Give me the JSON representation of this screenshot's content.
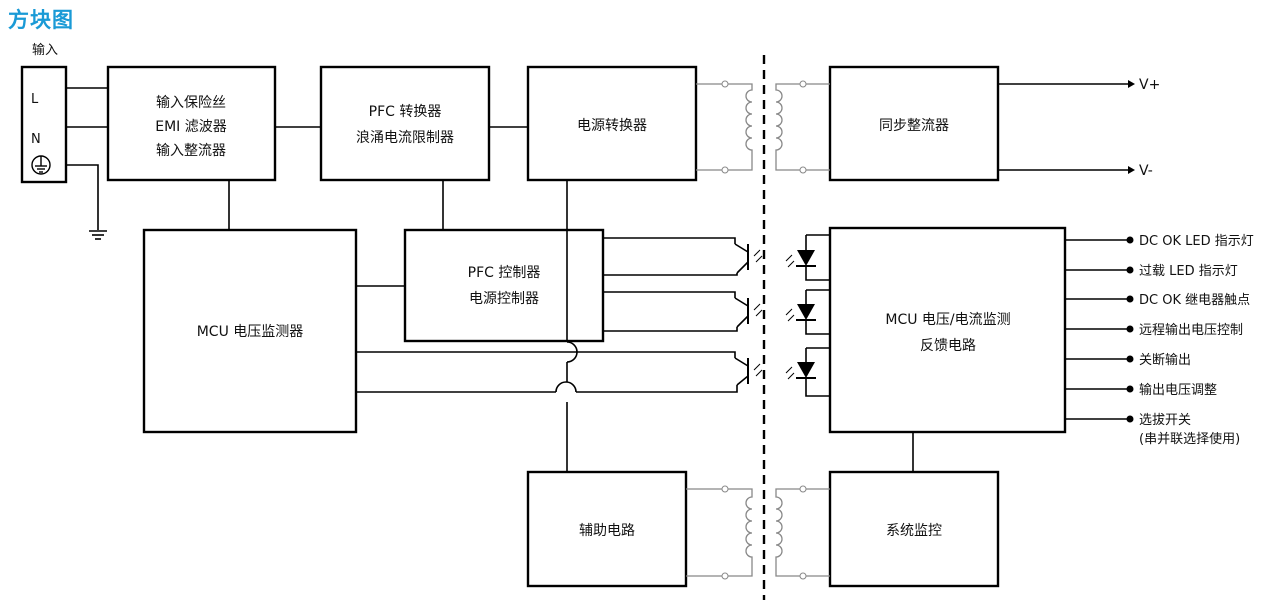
{
  "page_title": "方块图",
  "input": {
    "title": "输入",
    "L": "L",
    "N": "N"
  },
  "blocks": {
    "fuse": [
      "输入保险丝",
      "EMI 滤波器",
      "输入整流器"
    ],
    "pfc_converter": [
      "PFC 转换器",
      "浪涌电流限制器"
    ],
    "power_converter": [
      "电源转换器"
    ],
    "sync_rect": [
      "同步整流器"
    ],
    "mcu_monitor": [
      "MCU 电压监测器"
    ],
    "pfc_controller": [
      "PFC 控制器",
      "电源控制器"
    ],
    "mcu_feedback": [
      "MCU 电压/电流监测",
      "反馈电路"
    ],
    "aux": [
      "辅助电路"
    ],
    "sys_monitor": [
      "系统监控"
    ]
  },
  "outputs": {
    "v_plus": "V+",
    "v_minus": "V-"
  },
  "signals": [
    "DC OK LED 指示灯",
    "过载 LED 指示灯",
    "DC OK 继电器触点",
    "远程输出电压控制",
    "关断输出",
    "输出电压调整",
    "选拔开关",
    "(串并联选择使用)"
  ],
  "icons": {
    "ground": "earth-ground-icon",
    "chassis": "chassis-ground-icon",
    "transformer": "transformer-icon",
    "optocoupler": "optocoupler-icon"
  }
}
